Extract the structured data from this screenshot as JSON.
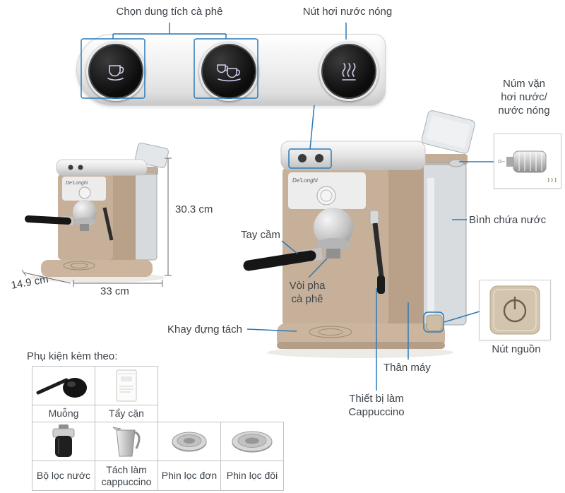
{
  "colors": {
    "callout_blue": "#2b7ab8",
    "machine_beige": "#c6b09a",
    "text": "#3d4349"
  },
  "brand": "De'Longhi",
  "top_callouts": {
    "coffee_volume_label": "Chọn dung tích cà phê",
    "steam_button_label": "Nút hơi nước nóng"
  },
  "control_panel": {
    "buttons": [
      {
        "name": "single-cup-button",
        "icon": "single-cup-icon"
      },
      {
        "name": "double-cup-button",
        "icon": "double-cup-icon"
      },
      {
        "name": "steam-button",
        "icon": "steam-icon"
      }
    ]
  },
  "machine_callouts": {
    "steam_knob_label": "Núm vặn\nhơi nước/\nnước nóng",
    "water_tank_label": "Bình chứa nước",
    "handle_label": "Tay cầm",
    "coffee_spout_label": "Vòi pha\ncà phê",
    "cup_tray_label": "Khay đựng tách",
    "power_button_label": "Nút nguồn",
    "body_label": "Thân máy",
    "cappuccino_label": "Thiết bị làm\nCappuccino"
  },
  "dimensions": {
    "height": "30.3 cm",
    "depth": "14.9 cm",
    "width": "33 cm"
  },
  "accessories": {
    "heading": "Phụ kiện kèm theo:",
    "row1": [
      {
        "label": "Muỗng",
        "icon": "scoop-icon"
      },
      {
        "label": "Tẩy cặn",
        "icon": "descaler-packet-icon"
      }
    ],
    "row2": [
      {
        "label": "Bộ lọc nước",
        "icon": "water-filter-icon"
      },
      {
        "label": "Tách làm\ncappuccino",
        "icon": "milk-pitcher-icon"
      },
      {
        "label": "Phin lọc đơn",
        "icon": "single-filter-basket-icon"
      },
      {
        "label": "Phin lọc đôi",
        "icon": "double-filter-basket-icon"
      }
    ]
  }
}
